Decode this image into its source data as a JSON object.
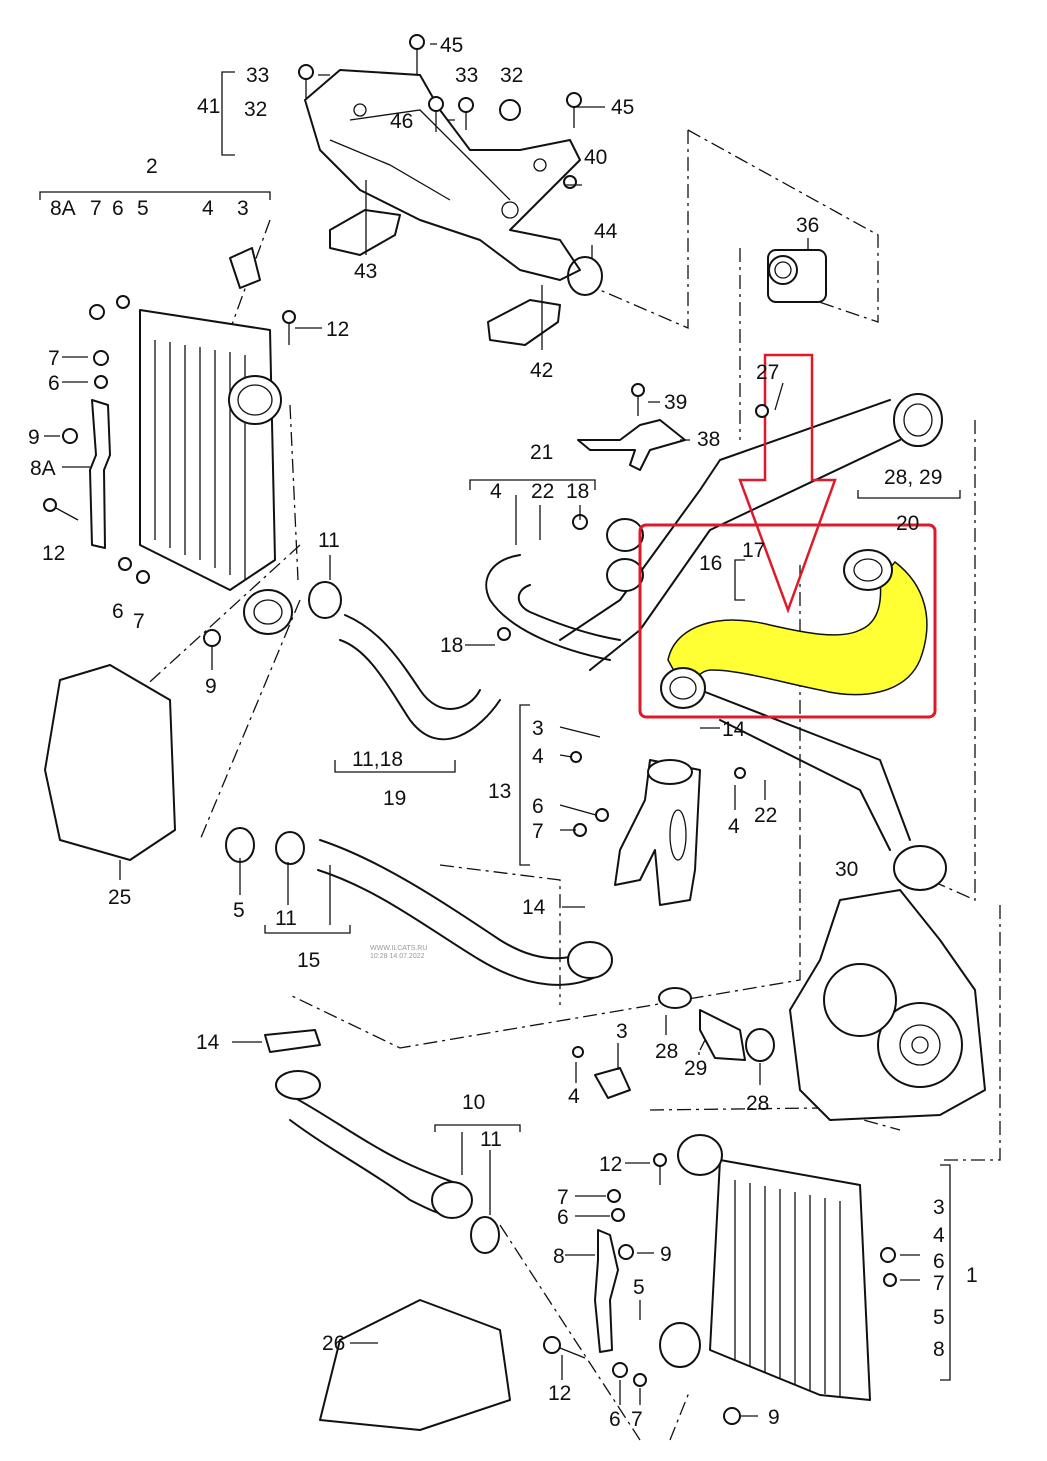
{
  "highlight": {
    "hose_color": "#ffff33",
    "box_color": "#e0192a",
    "arrow_color": "#e0192a"
  },
  "watermark": {
    "line1": "WWW.ILCATS.RU",
    "line2": "10:28 14.07.2022"
  },
  "labels": {
    "l45a": "45",
    "l33a": "33",
    "l41": "41",
    "l32a": "32",
    "l33b": "33",
    "l32b": "32",
    "l45b": "45",
    "l46": "46",
    "l40": "40",
    "l2": "2",
    "l8A": "8A",
    "l7a": "7",
    "l6a": "6",
    "l5a": "5",
    "l4a": "4",
    "l3a": "3",
    "l43": "43",
    "l44": "44",
    "l36": "36",
    "l12a": "12",
    "l42": "42",
    "l7b": "7",
    "l6b": "6",
    "l9a": "9",
    "l8Ab": "8A",
    "l12b": "12",
    "l6c": "6",
    "l7c": "7",
    "l9b": "9",
    "l11a": "11",
    "l39": "39",
    "l38": "38",
    "l27": "27",
    "l21": "21",
    "l4b": "4",
    "l22a": "22",
    "l18a": "18",
    "l2829": "28, 29",
    "l20": "20",
    "l17": "17",
    "l16": "16",
    "l18b": "18",
    "l3b": "3",
    "l14a": "14",
    "l4c": "4",
    "l13": "13",
    "l6d": "6",
    "l7d": "7",
    "l4d": "4",
    "l22b": "22",
    "l1118": "11,18",
    "l19": "19",
    "l25": "25",
    "l5b": "5",
    "l11b": "11",
    "l15": "15",
    "l30": "30",
    "l14b": "14",
    "l14c": "14",
    "l3c": "3",
    "l4e": "4",
    "l28a": "28",
    "l29": "29",
    "l28b": "28",
    "l10": "10",
    "l11c": "11",
    "l12c": "12",
    "l7e": "7",
    "l6e": "6",
    "l8": "8",
    "l9c": "9",
    "l5c": "5",
    "l3d": "3",
    "l4f": "4",
    "l6f": "6",
    "l7f": "7",
    "l1": "1",
    "l5d": "5",
    "l8b": "8",
    "l26": "26",
    "l12d": "12",
    "l6g": "6",
    "l7g": "7",
    "l9d": "9"
  }
}
